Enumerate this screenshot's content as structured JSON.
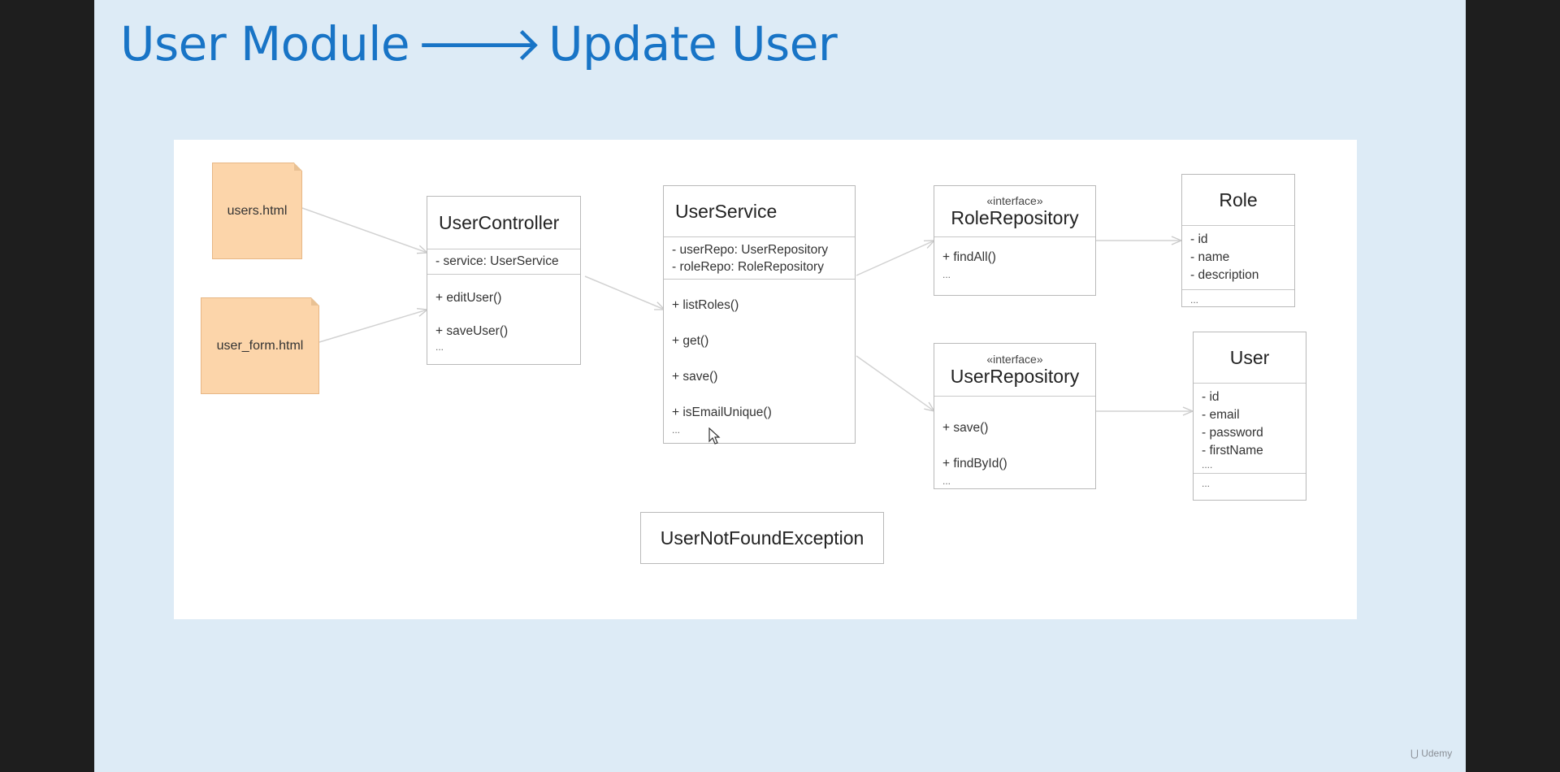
{
  "slide": {
    "title_left": "User Module",
    "title_arrow": "🡒",
    "title_right": "Update User"
  },
  "diagram": {
    "notes": {
      "users_html": "users.html",
      "user_form_html": "user_form.html"
    },
    "user_controller": {
      "name": "UserController",
      "attributes": [
        "- service: UserService"
      ],
      "methods": [
        "+ editUser()",
        "+ saveUser()"
      ],
      "ellipsis": "..."
    },
    "user_service": {
      "name": "UserService",
      "attributes": [
        "- userRepo: UserRepository",
        "- roleRepo: RoleRepository"
      ],
      "methods": [
        "+ listRoles()",
        "+ get()",
        "+ save()",
        "+ isEmailUnique()"
      ],
      "ellipsis": "..."
    },
    "role_repository": {
      "stereotype": "«interface»",
      "name": "RoleRepository",
      "methods": [
        "+ findAll()"
      ],
      "ellipsis": "..."
    },
    "user_repository": {
      "stereotype": "«interface»",
      "name": "UserRepository",
      "methods": [
        "+ save()",
        "+ findById()"
      ],
      "ellipsis": "..."
    },
    "role": {
      "name": "Role",
      "attributes": [
        "- id",
        "- name",
        "- description"
      ],
      "ellipsis": "..."
    },
    "user": {
      "name": "User",
      "attributes": [
        "- id",
        "- email",
        "- password",
        "- firstName",
        "...."
      ],
      "ellipsis": "..."
    },
    "exception": {
      "name": "UserNotFoundException"
    },
    "highlight_color": "#d9262a"
  },
  "brand": {
    "label": "Udemy"
  }
}
